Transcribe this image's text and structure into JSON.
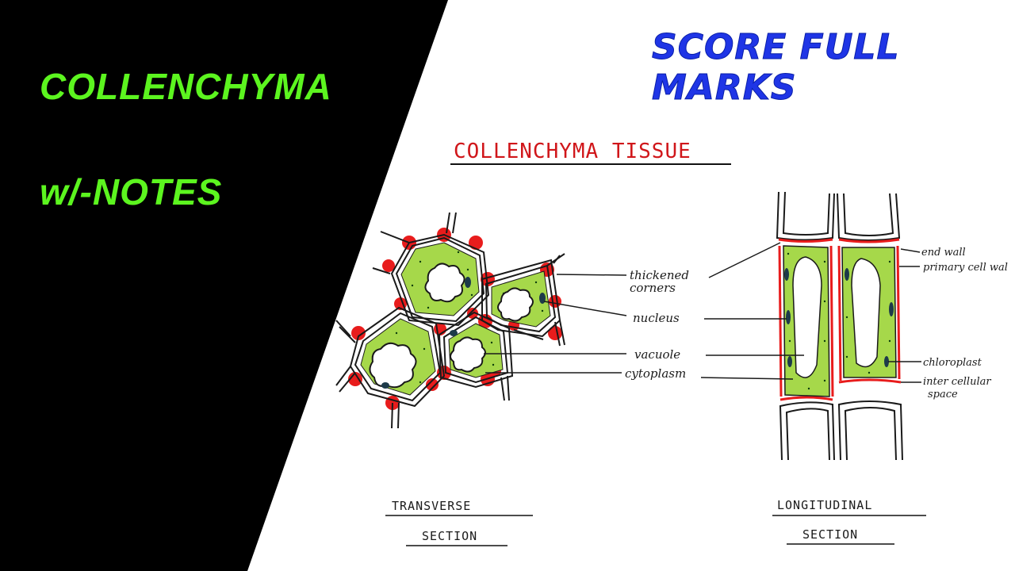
{
  "thumbnail": {
    "side_title_line1": "COLLENCHYMA",
    "side_title_line2": "w/-NOTES",
    "banner": "SCORE FULL MARKS"
  },
  "diagram": {
    "heading": "COLLENCHYMA TISSUE",
    "transverse": {
      "caption_line1": "TRANSVERSE",
      "caption_line2": "SECTION",
      "labels": [
        "thickened",
        "corners",
        "nucleus",
        "vacuole",
        "cytoplasm"
      ]
    },
    "longitudinal": {
      "caption_line1": "LONGITUDINAL",
      "caption_line2": "SECTION",
      "labels": [
        "end wall",
        "primary cell wal",
        "chloroplast",
        "inter cellular",
        "space"
      ]
    }
  },
  "colors": {
    "background_dark": "#000000",
    "side_title": "#5cf51f",
    "banner": "#1f35e6",
    "heading": "#d0161a",
    "cytoplasm": "#a6d84a",
    "wall_thickening": "#e81c1c"
  }
}
